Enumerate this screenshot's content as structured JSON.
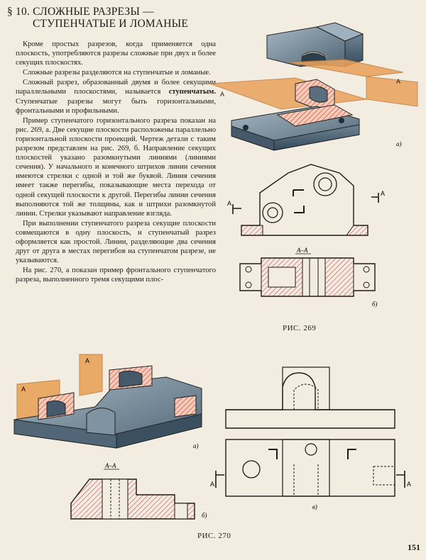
{
  "heading": {
    "number": "§ 10.",
    "line1": "СЛОЖНЫЕ РАЗРЕЗЫ —",
    "line2": "СТУПЕНЧАТЫЕ И ЛОМАНЫЕ"
  },
  "paragraphs": [
    {
      "text": "Кроме простых разрезов, когда применяется одна плоскость, употребляются разрезы сложные при двух и более секущих плоскостях."
    },
    {
      "text": "Сложные разрезы разделяются на ступенчатые и ломаные."
    },
    {
      "before": "Сложный разрез, образованный двумя и более секущими параллельными плоскостями, называется ",
      "term": "ступенчатым.",
      "after": " Ступенчатые разрезы могут быть горизонтальными, фронтальными и профильными."
    },
    {
      "text": "Пример ступенчатого горизонтального разреза показан на рис. 269, а. Две секущие плоскости расположены параллельно горизонтальной плоскости проекций. Чертеж детали с таким разрезом представлен на рис. 269, б. Направление секущих плоскостей указано разомкнутыми линиями (линиями сечения). У начального и конечного штрихов линии сечения имеются стрелки с одной и той же буквой. Линия сечения имеет также перегибы, показывающие места перехода от одной секущей плоскости к другой. Перегибы линии сечения выполняются той же толщины, как и штрихи разомкнутой линии. Стрелки указывают направление взгляда."
    },
    {
      "text": "При выполнении ступенчатого разреза секущие плоскости совмещаются в одну плоскость, и ступенчатый разрез оформляется как простой. Линии, разделяющие два сечения друг от друга в местах перегибов на ступенчатом разрезе, не указываются."
    },
    {
      "text": "На рис. 270, а показан пример фронтального ступенчатого разреза, выполненного тремя секущими плос-"
    }
  ],
  "figure269": {
    "caption": "РИС. 269",
    "label_a": "а)",
    "label_b": "б)",
    "plane_letter": "А",
    "section_title": "А–А"
  },
  "figure270": {
    "caption": "РИС. 270",
    "label_a": "а)",
    "label_b": "б)",
    "label_v": "в)",
    "plane_letter": "А",
    "section_title": "А–А"
  },
  "page_number": "151",
  "colors": {
    "paper": "#f3ece1",
    "plane_orange": "#e9a35c",
    "metal": "#7f93a3",
    "hatch": "#d2464a"
  }
}
